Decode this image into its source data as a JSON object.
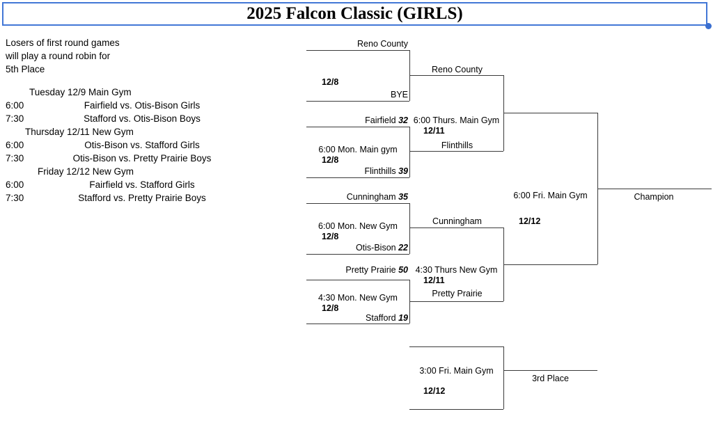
{
  "title": "2025 Falcon Classic (GIRLS)",
  "notes": {
    "lines": [
      "Losers of first round games",
      "will play a round robin for",
      "5th Place"
    ]
  },
  "schedule": [
    {
      "header": "Tuesday 12/9 Main Gym",
      "games": [
        {
          "time": "6:00",
          "matchup": "Fairfield vs. Otis-Bison Girls"
        },
        {
          "time": "7:30",
          "matchup": "Stafford vs. Otis-Bison Boys"
        }
      ]
    },
    {
      "header": "Thursday 12/11 New Gym",
      "games": [
        {
          "time": "6:00",
          "matchup": "Otis-Bison vs. Stafford Girls"
        },
        {
          "time": "7:30",
          "matchup": "Otis-Bison vs. Pretty Prairie Boys"
        }
      ]
    },
    {
      "header": "Friday 12/12 New Gym",
      "games": [
        {
          "time": "6:00",
          "matchup": "Fairfield vs. Stafford Girls"
        },
        {
          "time": "7:30",
          "matchup": "Stafford vs. Pretty Prairie Boys"
        }
      ]
    }
  ],
  "bracket": {
    "round1": [
      {
        "top_team": "Reno County",
        "top_score": "",
        "info": "",
        "date": "12/8",
        "bottom_team": "BYE",
        "bottom_score": ""
      },
      {
        "top_team": "Fairfield",
        "top_score": "32",
        "info": "6:00 Mon. Main gym",
        "date": "12/8",
        "bottom_team": "Flinthills",
        "bottom_score": "39"
      },
      {
        "top_team": "Cunningham",
        "top_score": "35",
        "info": "6:00 Mon. New Gym",
        "date": "12/8",
        "bottom_team": "Otis-Bison",
        "bottom_score": "22"
      },
      {
        "top_team": "Pretty Prairie",
        "top_score": "50",
        "info": "4:30 Mon. New Gym",
        "date": "12/8",
        "bottom_team": "Stafford",
        "bottom_score": "19"
      }
    ],
    "round2": [
      {
        "top_team": "Reno County",
        "info": "6:00 Thurs. Main Gym",
        "date": "12/11",
        "bottom_team": "Flinthills"
      },
      {
        "top_team": "Cunningham",
        "info": "4:30 Thurs New Gym",
        "date": "12/11",
        "bottom_team": "Pretty Prairie"
      }
    ],
    "final": {
      "info": "6:00 Fri. Main Gym",
      "date": "12/12",
      "winner_label": "Champion"
    },
    "third_place": {
      "info": "3:00 Fri. Main Gym",
      "date": "12/12",
      "winner_label": "3rd Place"
    }
  }
}
